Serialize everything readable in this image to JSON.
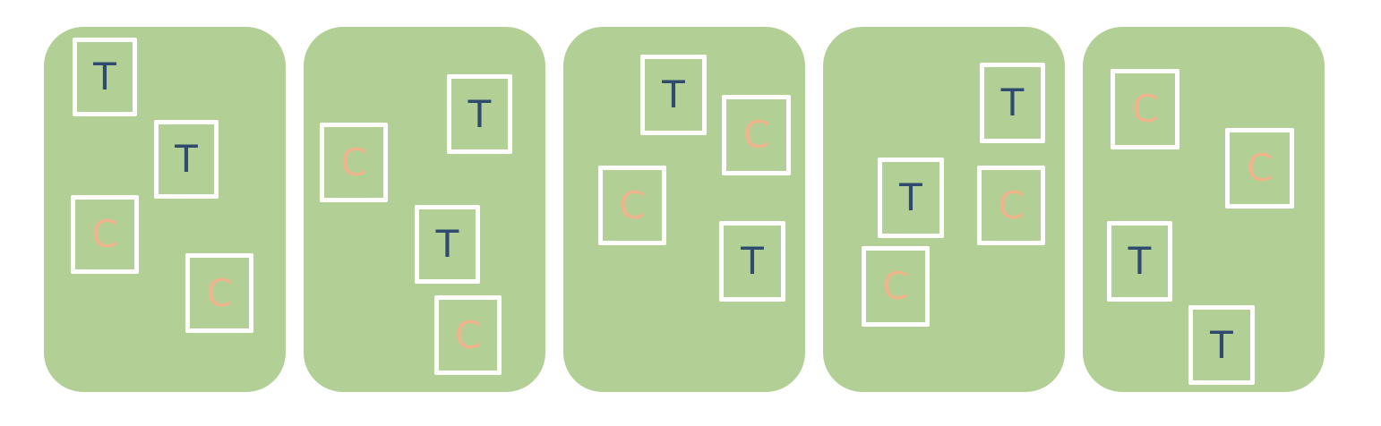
{
  "colors": {
    "panel": "#b2d096",
    "tile_border": "#ffffff",
    "letter_T": "#2f4a6e",
    "letter_C": "#f0b48c"
  },
  "panels": [
    {
      "tiles": [
        {
          "letter": "T"
        },
        {
          "letter": "T"
        },
        {
          "letter": "C"
        },
        {
          "letter": "C"
        }
      ]
    },
    {
      "tiles": [
        {
          "letter": "T"
        },
        {
          "letter": "C"
        },
        {
          "letter": "T"
        },
        {
          "letter": "C"
        }
      ]
    },
    {
      "tiles": [
        {
          "letter": "T"
        },
        {
          "letter": "C"
        },
        {
          "letter": "C"
        },
        {
          "letter": "T"
        }
      ]
    },
    {
      "tiles": [
        {
          "letter": "T"
        },
        {
          "letter": "T"
        },
        {
          "letter": "C"
        },
        {
          "letter": "C"
        }
      ]
    },
    {
      "tiles": [
        {
          "letter": "C"
        },
        {
          "letter": "C"
        },
        {
          "letter": "T"
        },
        {
          "letter": "T"
        }
      ]
    }
  ]
}
